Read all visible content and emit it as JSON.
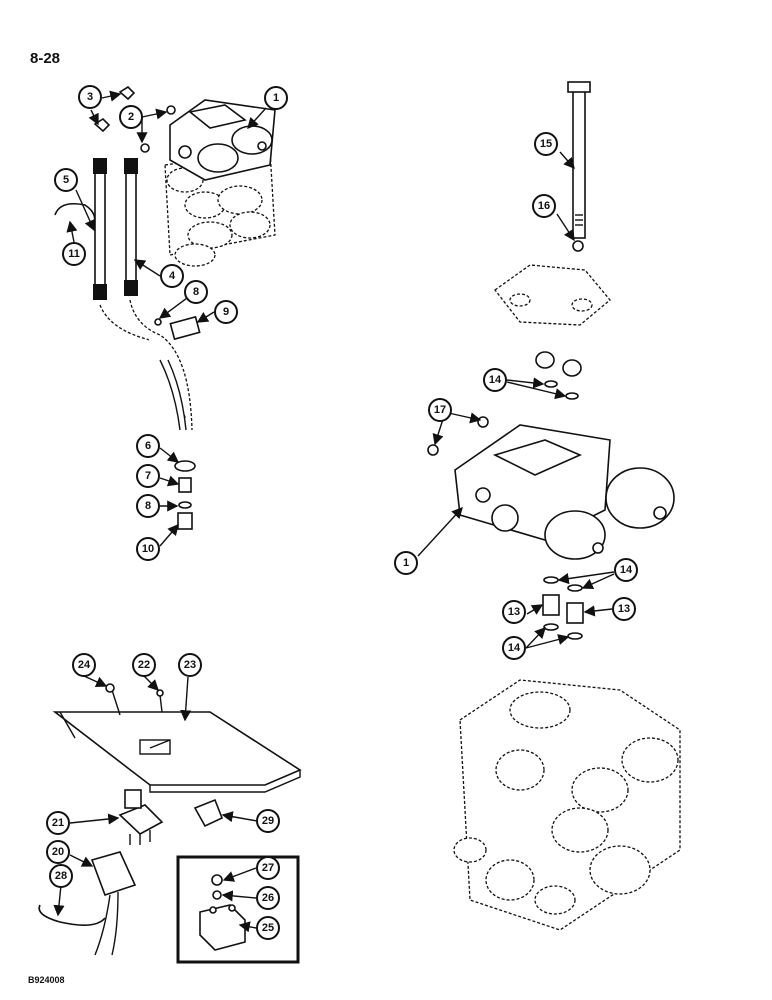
{
  "page": {
    "number": "8-28",
    "figure_code": "B924008"
  },
  "callouts": {
    "c1": "1",
    "c2": "2",
    "c3": "3",
    "c4": "4",
    "c5": "5",
    "c6": "6",
    "c7": "7",
    "c8": "8",
    "c9": "9",
    "c10": "10",
    "c11": "11",
    "c13": "13",
    "c14": "14",
    "c15": "15",
    "c16": "16",
    "c17": "17",
    "c20": "20",
    "c21": "21",
    "c22": "22",
    "c23": "23",
    "c24": "24",
    "c25": "25",
    "c26": "26",
    "c27": "27",
    "c28": "28",
    "c29": "29"
  }
}
